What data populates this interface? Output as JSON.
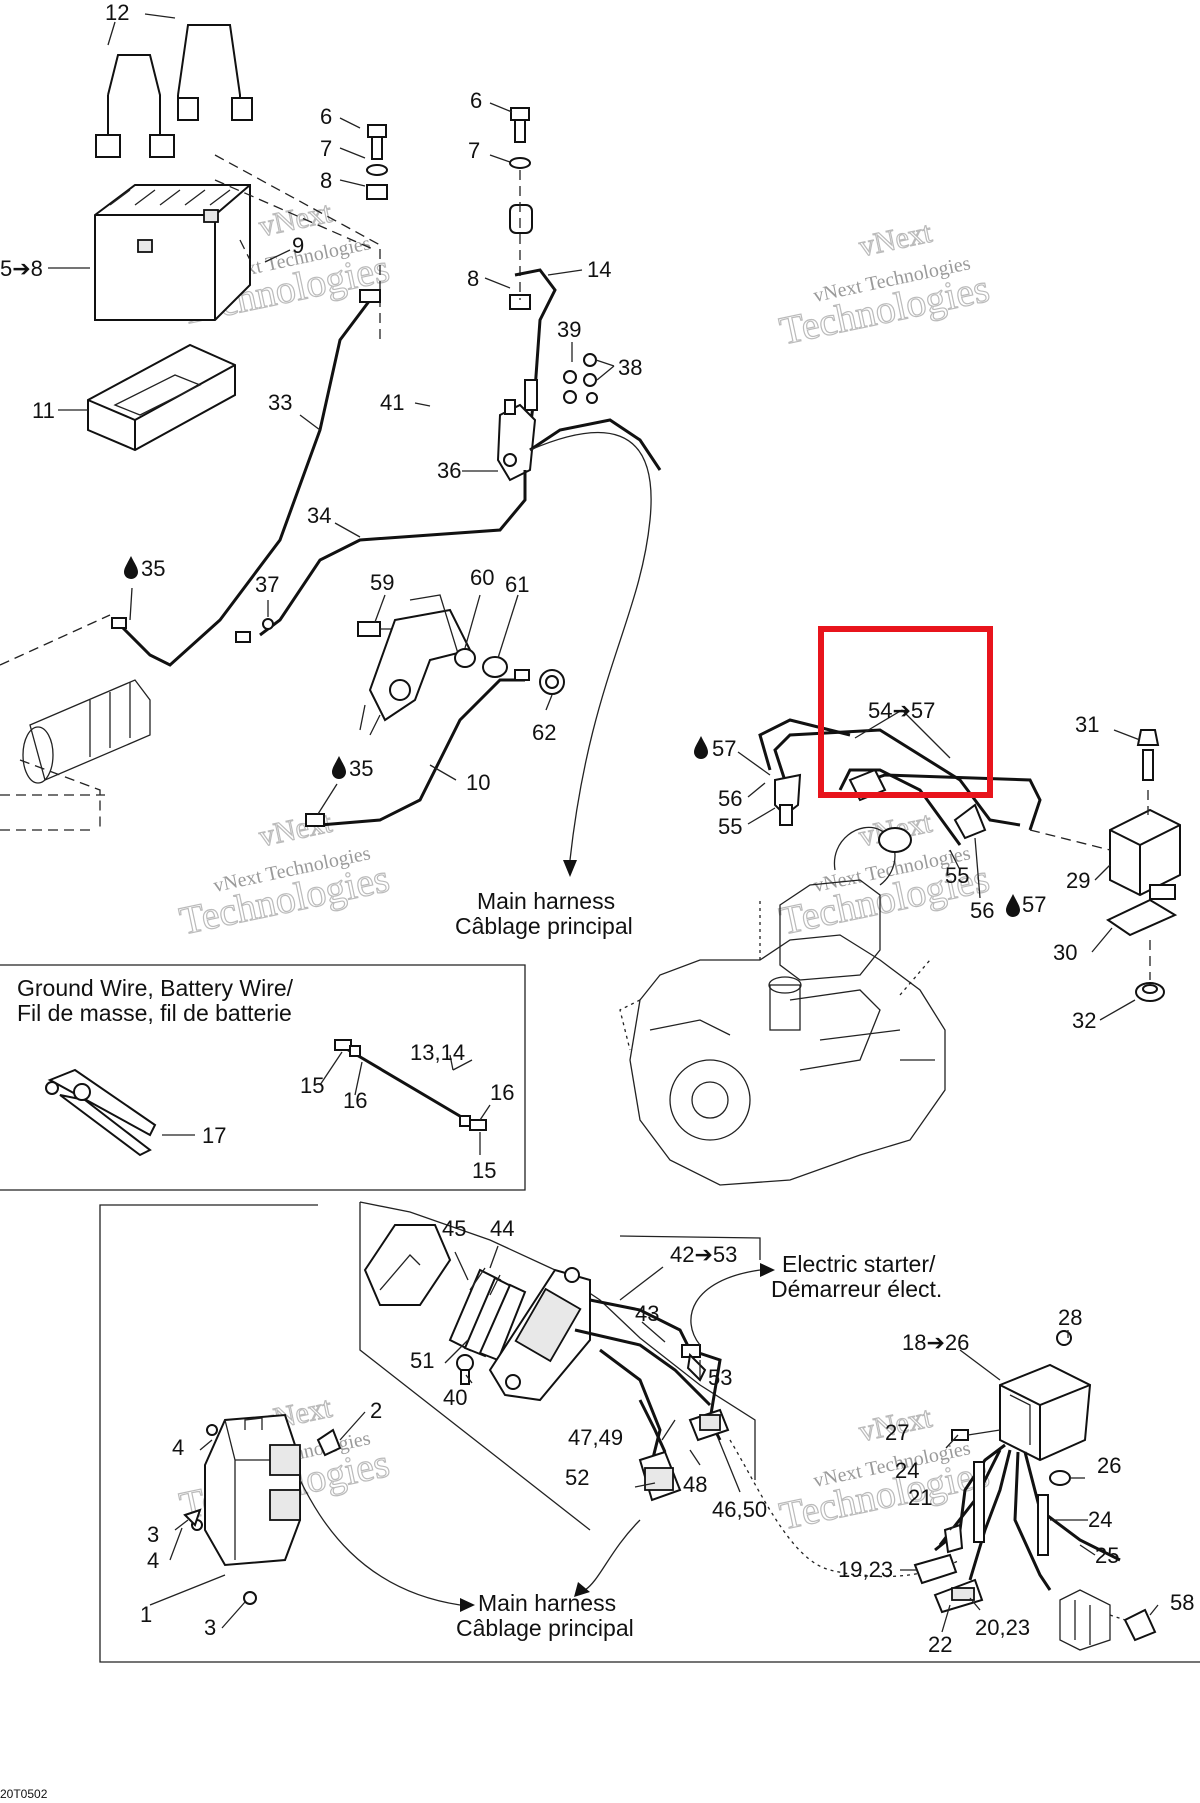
{
  "callouts": {
    "c12": "12",
    "c6a": "6",
    "c7a": "7",
    "c8a": "8",
    "c6b": "6",
    "c7b": "7",
    "c5to8": "5➔8",
    "c9": "9",
    "c8b": "8",
    "c14": "14",
    "c39": "39",
    "c38": "38",
    "c11": "11",
    "c33": "33",
    "c41": "41",
    "c36": "36",
    "c34": "34",
    "c35a": "35",
    "c37": "37",
    "c59": "59",
    "c60": "60",
    "c61": "61",
    "c62": "62",
    "c35b": "35",
    "c10": "10",
    "c54to57": "54➔57",
    "c57a": "57",
    "c56a": "56",
    "c55a": "55",
    "c31": "31",
    "c55b": "55",
    "c29": "29",
    "c56b": "56",
    "c57b": "57",
    "c30": "30",
    "c32": "32",
    "c13_14": "13,14",
    "c15a": "15",
    "c16a": "16",
    "c16b": "16",
    "c15b": "15",
    "c17": "17",
    "c45": "45",
    "c44": "44",
    "c42to53": "42➔53",
    "c43": "43",
    "c51": "51",
    "c53": "53",
    "c40": "40",
    "c28": "28",
    "c18to26": "18➔26",
    "c2": "2",
    "c4a": "4",
    "c47_49": "47,49",
    "c27": "27",
    "c24a": "24",
    "c26": "26",
    "c52": "52",
    "c48": "48",
    "c21": "21",
    "c3a": "3",
    "c46_50": "46,50",
    "c24b": "24",
    "c4b": "4",
    "c19_23": "19,23",
    "c25": "25",
    "c1": "1",
    "c3b": "3",
    "c58": "58",
    "c22": "22",
    "c20_23": "20,23"
  },
  "labels": {
    "main_harness_top_en": "Main harness",
    "main_harness_top_fr": "Câblage principal",
    "ground_box_en": "Ground Wire, Battery Wire/",
    "ground_box_fr": "Fil de masse, fil de batterie",
    "electric_starter_en": "Electric starter/",
    "electric_starter_fr": "Démarreur élect.",
    "main_harness_bottom_en": "Main harness",
    "main_harness_bottom_fr": "Câblage principal",
    "figure_code": "20T0502"
  },
  "watermarks": {
    "w1_top": "vNext",
    "w1_mid": "vNext Technologies",
    "w1_bot": "Technologies",
    "w2_top": "vNext",
    "w2_mid": "vNext Technologies",
    "w2_bot": "Technologies",
    "w3_top": "vNext",
    "w3_mid": "vNext Technologies",
    "w3_bot": "Technologies",
    "w4_top": "vNext",
    "w4_mid": "vNext Technologies",
    "w4_bot": "Technologies",
    "w5_top": "vNext",
    "w5_mid": "vNext Technologies",
    "w5_bot": "Technologies",
    "w6_top": "vNext",
    "w6_mid": "vNext Technologies",
    "w6_bot": "Technologies"
  },
  "icons": {
    "droplet": "oil-drop-icon",
    "arrow": "right-arrow-glyph"
  },
  "colors": {
    "highlight_box": "#e8141c",
    "line": "#111111",
    "watermark": "#bbbbbb"
  }
}
